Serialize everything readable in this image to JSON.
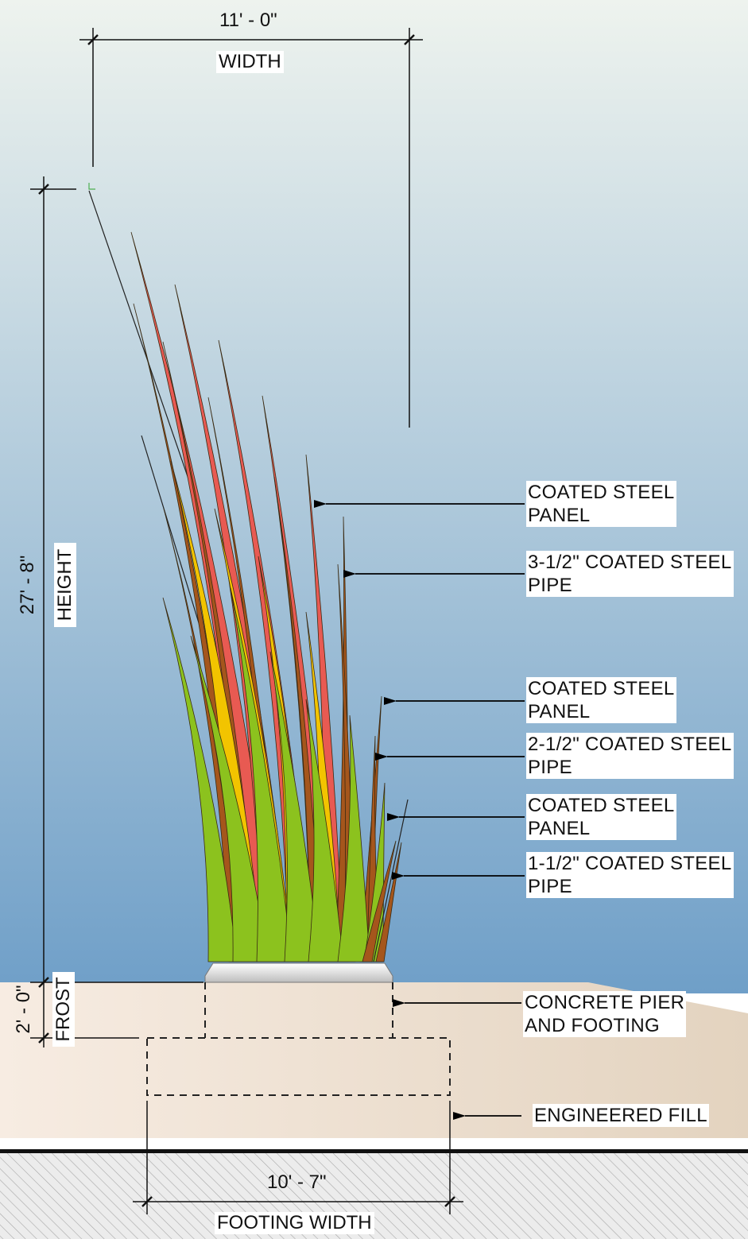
{
  "dimensions": {
    "width_value": "11' - 0\"",
    "width_label": "WIDTH",
    "height_value": "27' - 8\"",
    "height_label": "HEIGHT",
    "frost_value": "2' - 0\"",
    "frost_label": "FROST",
    "footing_value": "10' - 7\"",
    "footing_label": "FOOTING WIDTH"
  },
  "callouts": [
    {
      "line1": "COATED STEEL",
      "line2": "PANEL"
    },
    {
      "line1": "3-1/2\" COATED STEEL",
      "line2": "PIPE"
    },
    {
      "line1": "COATED STEEL",
      "line2": "PANEL"
    },
    {
      "line1": "2-1/2\" COATED STEEL",
      "line2": "PIPE"
    },
    {
      "line1": "COATED STEEL",
      "line2": "PANEL"
    },
    {
      "line1": "1-1/2\" COATED STEEL",
      "line2": "PIPE"
    },
    {
      "line1": "CONCRETE PIER",
      "line2": "AND FOOTING"
    },
    {
      "line1": "ENGINEERED FILL",
      "line2": ""
    }
  ],
  "colors": {
    "sky_top": "#eef3ee",
    "sky_bottom": "#6f9fc8",
    "ground": "#efe2d2",
    "panel_red": "#e85a52",
    "panel_yellow": "#f2c400",
    "panel_green": "#8cc21e",
    "pipe_brown": "#a5561c"
  }
}
